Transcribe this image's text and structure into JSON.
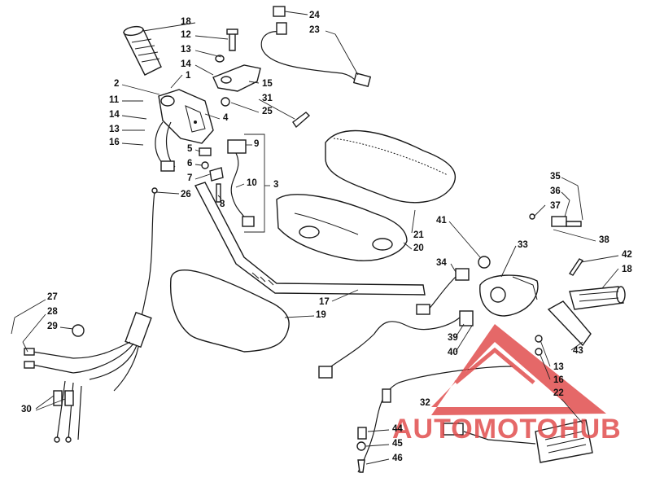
{
  "diagram": {
    "part_labels": [
      "1",
      "2",
      "3",
      "4",
      "5",
      "6",
      "7",
      "8",
      "9",
      "10",
      "11",
      "12",
      "13",
      "13",
      "13",
      "14",
      "14",
      "15",
      "16",
      "16",
      "17",
      "18",
      "18",
      "19",
      "20",
      "21",
      "22",
      "23",
      "24",
      "25",
      "26",
      "27",
      "28",
      "29",
      "30",
      "31",
      "32",
      "33",
      "34",
      "35",
      "36",
      "37",
      "38",
      "39",
      "40",
      "41",
      "42",
      "43",
      "44",
      "45",
      "46"
    ],
    "watermark": {
      "text": "AUTOMOTOHUB",
      "color": "#e04848"
    }
  }
}
